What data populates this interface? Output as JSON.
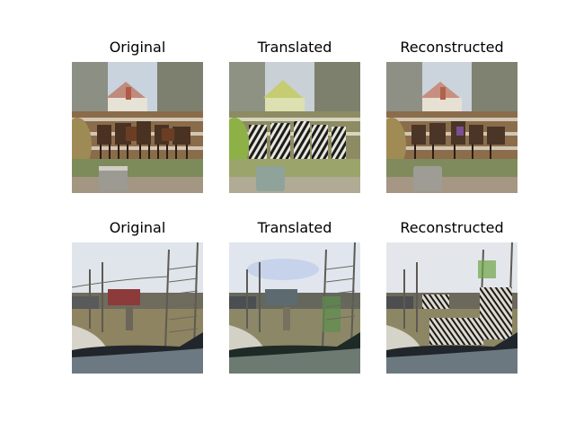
{
  "figure": {
    "rows": [
      {
        "panels": [
          {
            "title": "Original",
            "scene": "horses-by-fence",
            "style": "original"
          },
          {
            "title": "Translated",
            "scene": "horses-by-fence",
            "style": "zebra"
          },
          {
            "title": "Reconstructed",
            "scene": "horses-by-fence",
            "style": "reconstructed"
          }
        ]
      },
      {
        "panels": [
          {
            "title": "Original",
            "scene": "field-through-windshield",
            "style": "original"
          },
          {
            "title": "Translated",
            "scene": "field-through-windshield",
            "style": "zebra"
          },
          {
            "title": "Reconstructed",
            "scene": "field-through-windshield",
            "style": "reconstructed"
          }
        ]
      }
    ]
  }
}
